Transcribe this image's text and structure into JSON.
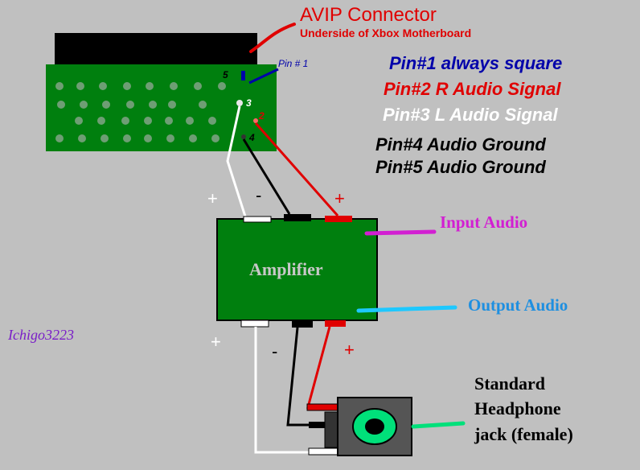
{
  "connector": {
    "title": "AVIP Connector",
    "subtitle": "Underside of Xbox Motherboard",
    "pin1_callout": "Pin # 1",
    "pin_numbers": {
      "p5": "5",
      "p3": "3",
      "p2": "2",
      "p4": "4"
    }
  },
  "pin_legend": [
    {
      "label": "Pin#1 always square",
      "color": "#0000aa"
    },
    {
      "label": "Pin#2 R Audio Signal",
      "color": "#e00000"
    },
    {
      "label": "Pin#3 L Audio Signal",
      "color": "#ffffff"
    },
    {
      "label": "Pin#4 Audio Ground",
      "color": "#000000"
    },
    {
      "label": "Pin#5 Audio Ground",
      "color": "#000000"
    }
  ],
  "amplifier": {
    "label": "Amplifier",
    "input_label": "Input Audio",
    "output_label": "Output Audio"
  },
  "polarity": {
    "top_plus_left": "+",
    "top_minus": "-",
    "top_plus_right": "+",
    "bottom_plus_left": "+",
    "bottom_minus": "-",
    "bottom_plus_right": "+"
  },
  "jack": {
    "label_line1": "Standard",
    "label_line2": "Headphone",
    "label_line3": "jack (female)"
  },
  "signature": "Ichigo3223",
  "colors": {
    "background": "#c0c0c0",
    "board": "#007f0e",
    "red": "#e00000",
    "white": "#ffffff",
    "black": "#000000",
    "blue": "#0000aa",
    "magenta": "#d21fd2",
    "cyan": "#1e90ff",
    "jack_ring": "#00e07a",
    "signature": "#7a1ec8"
  }
}
